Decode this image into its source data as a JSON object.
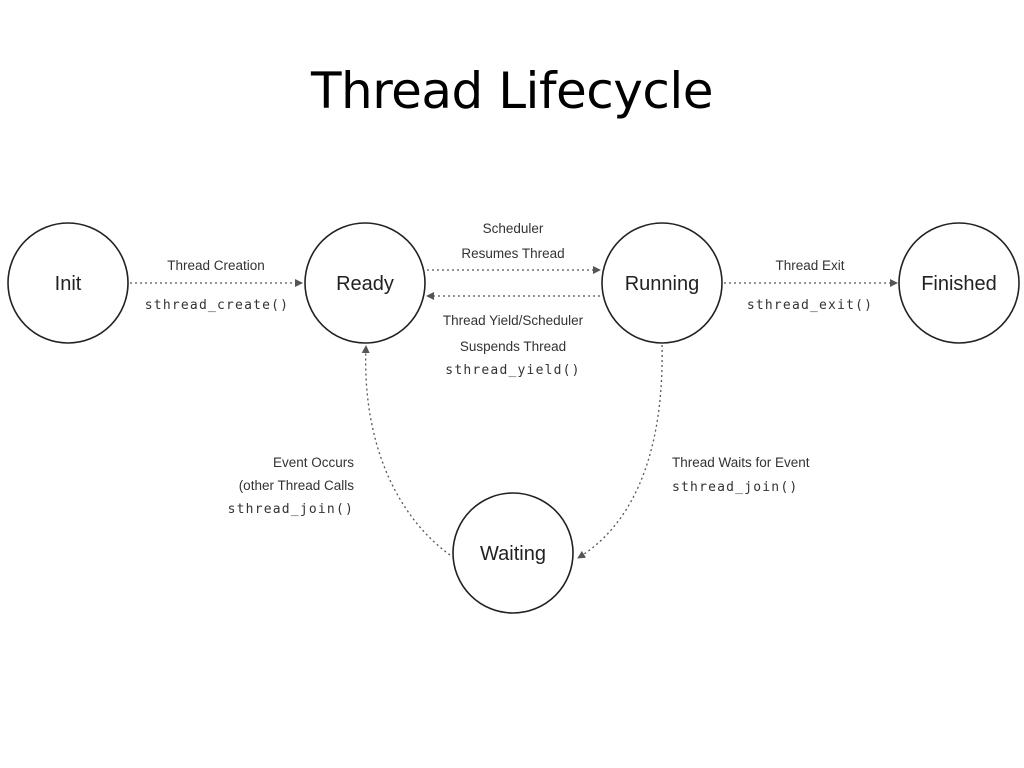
{
  "slide": {
    "title": "Thread Lifecycle"
  },
  "states": {
    "init": "Init",
    "ready": "Ready",
    "running": "Running",
    "finished": "Finished",
    "waiting": "Waiting"
  },
  "transitions": {
    "creation": {
      "lines": [
        "Thread Creation"
      ],
      "code": "sthread_create()"
    },
    "resume": {
      "lines": [
        "Scheduler",
        "Resumes Thread"
      ]
    },
    "yield": {
      "lines": [
        "Thread Yield/Scheduler",
        "Suspends Thread"
      ],
      "code": "sthread_yield()"
    },
    "exit": {
      "lines": [
        "Thread Exit"
      ],
      "code": "sthread_exit()"
    },
    "wait": {
      "lines": [
        "Thread Waits for Event"
      ],
      "code": "sthread_join()"
    },
    "event": {
      "lines": [
        "Event Occurs",
        "(other Thread Calls"
      ],
      "code": "sthread_join()"
    }
  }
}
